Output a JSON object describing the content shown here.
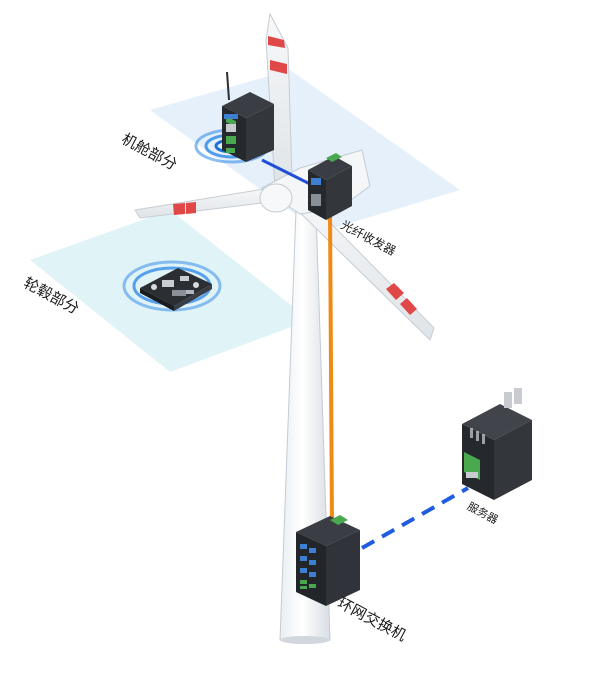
{
  "labels": {
    "nacelle": "机舱部分",
    "hub": "轮毂部分",
    "fiber_transceiver": "光纤收发器",
    "server": "服务器",
    "ring_switch": "环网交换机"
  },
  "colors": {
    "fiber_link": "#f08a14",
    "ethernet_link": "#1f4fd6",
    "dashed_link": "#1f5ce0",
    "zone_fill": "#dcebfa",
    "wireless_ring": "#2a86e8",
    "blade_stripe": "#e04848",
    "device_body": "#2b2e33",
    "device_accent": "#4aa84f"
  },
  "icons": {
    "nacelle_gateway": "4g-gateway-icon",
    "hub_board": "controller-board-icon",
    "transceiver": "fiber-transceiver-icon",
    "switch": "industrial-switch-icon",
    "server": "din-rail-server-icon"
  }
}
